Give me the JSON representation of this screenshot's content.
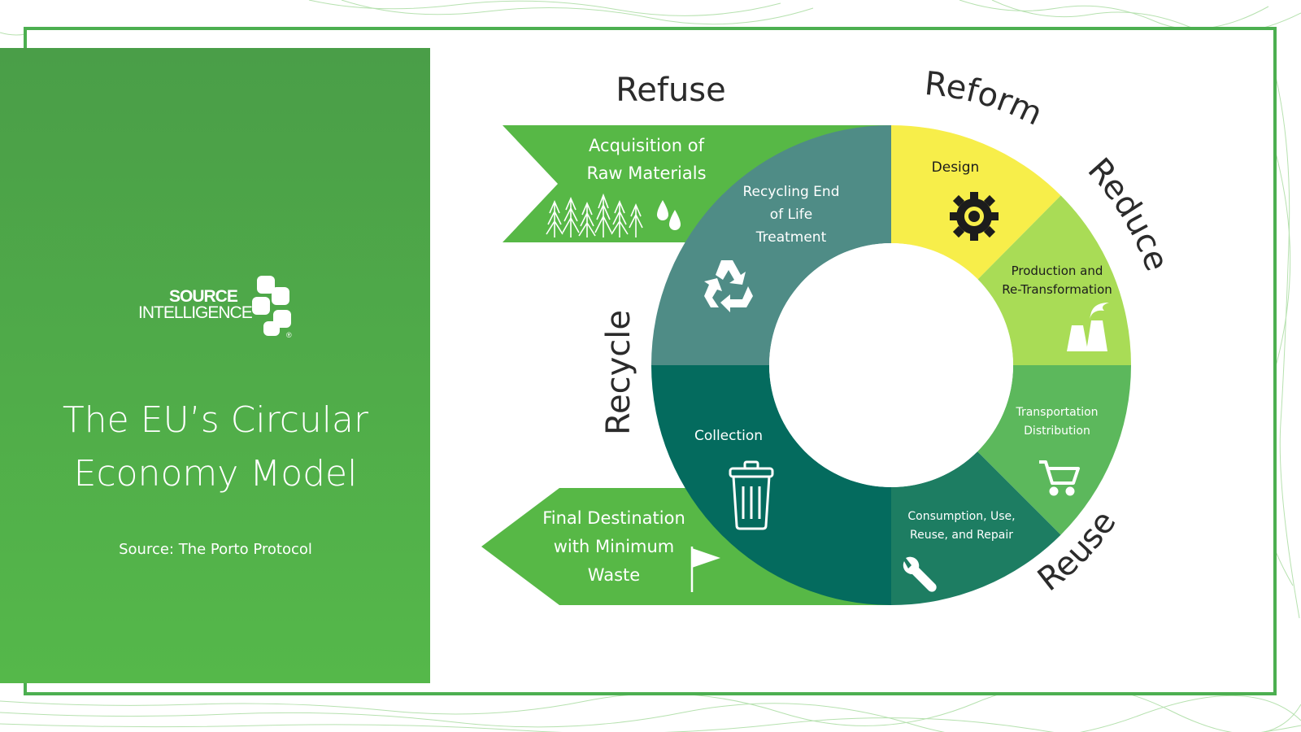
{
  "panel": {
    "logo_line1": "SOURCE",
    "logo_line2": "INTELLIGENCE",
    "logo_reg": "®",
    "title_line1": "The EU’s Circular",
    "title_line2": "Economy Model",
    "source": "Source: The Porto Protocol"
  },
  "diagram": {
    "r_labels": {
      "refuse": "Refuse",
      "reform": "Reform",
      "reduce": "Reduce",
      "reuse": "Reuse",
      "recycle": "Recycle"
    },
    "acquisition": [
      "Acquisition of",
      "Raw Materials"
    ],
    "final_destination": [
      "Final Destination",
      "with Minimum",
      "Waste"
    ],
    "segments": {
      "recycling": [
        "Recycling End",
        "of Life",
        "Treatment"
      ],
      "design": "Design",
      "production": [
        "Production and",
        "Re-Transformation"
      ],
      "transportation": [
        "Transportation",
        "Distribution"
      ],
      "consumption": [
        "Consumption, Use,",
        "Reuse, and Repair"
      ],
      "collection": "Collection"
    },
    "colors": {
      "arrow_green": "#57b846",
      "recycling_teal": "#4f8c86",
      "design_yellow": "#f7ee4a",
      "production_lime": "#a9dc56",
      "transport_green": "#5cb85c",
      "consumption_teal": "#1d7d62",
      "collection_dark": "#046b5e"
    },
    "icons": [
      "trees-icon",
      "water-drops-icon",
      "recycle-icon",
      "gear-icon",
      "factory-icon",
      "cart-icon",
      "wrench-icon",
      "trash-can-icon",
      "flag-icon"
    ]
  }
}
